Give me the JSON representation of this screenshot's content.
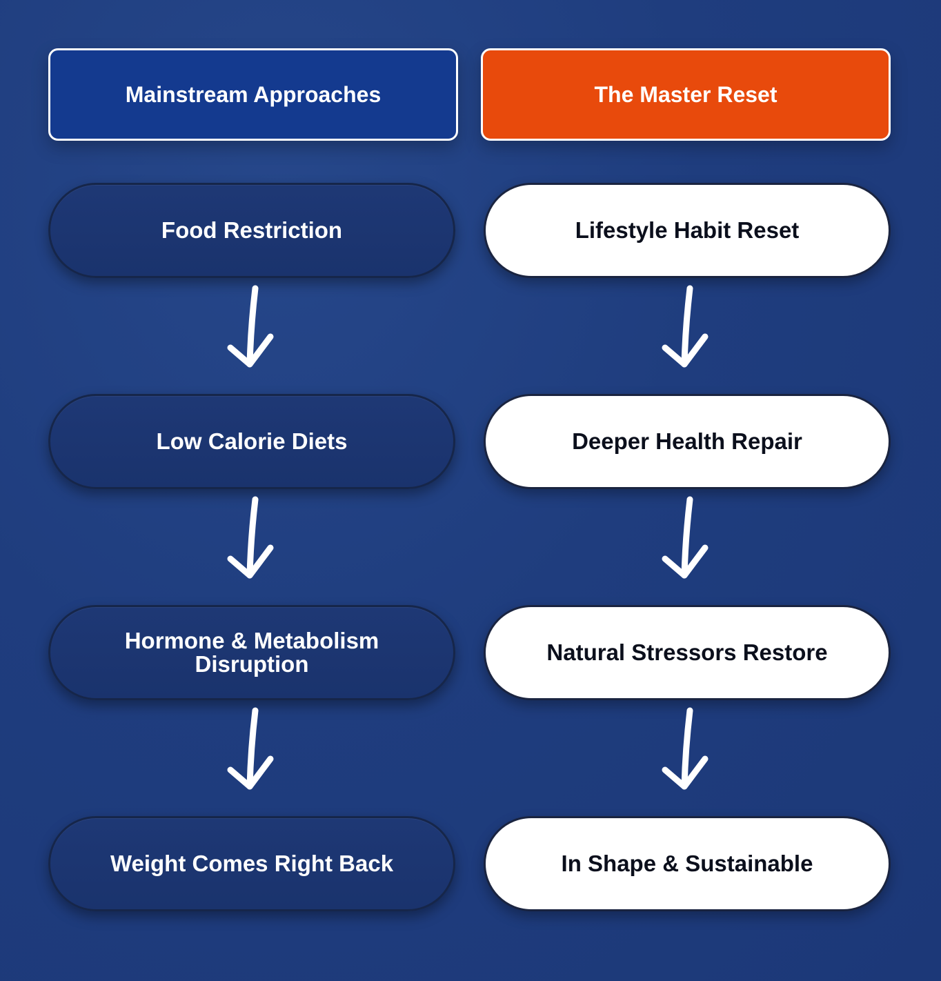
{
  "left_column": {
    "header": "Mainstream Approaches",
    "steps": [
      "Food Restriction",
      "Low Calorie Diets",
      "Hormone & Metabolism Disruption",
      "Weight Comes Right Back"
    ]
  },
  "right_column": {
    "header": "The Master Reset",
    "steps": [
      "Lifestyle Habit Reset",
      "Deeper Health Repair",
      "Natural Stressors Restore",
      "In Shape & Sustainable"
    ]
  },
  "colors": {
    "background": "#1f3d7e",
    "left_header": "#143a8f",
    "right_header": "#e84a0c",
    "left_step": "#1c356f",
    "right_step": "#ffffff",
    "arrow": "#ffffff"
  },
  "icons": {
    "arrow": "down-arrow-icon"
  }
}
